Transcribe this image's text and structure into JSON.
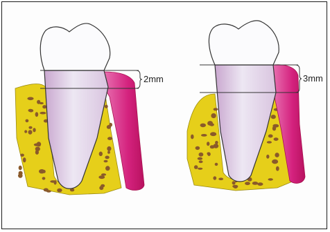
{
  "figure": {
    "left_measurement": "2mm",
    "right_measurement": "3mm"
  },
  "colors": {
    "bone": "#e6cf1a",
    "bone_pores": "#8a5a2a",
    "gingiva": "#d4227e",
    "tooth": "#f4f2fa",
    "root_tint": "#c49bc9",
    "outline": "#333333"
  },
  "icons": [
    "tooth-icon",
    "alveolar-bone",
    "gingiva",
    "measurement-bracket"
  ]
}
